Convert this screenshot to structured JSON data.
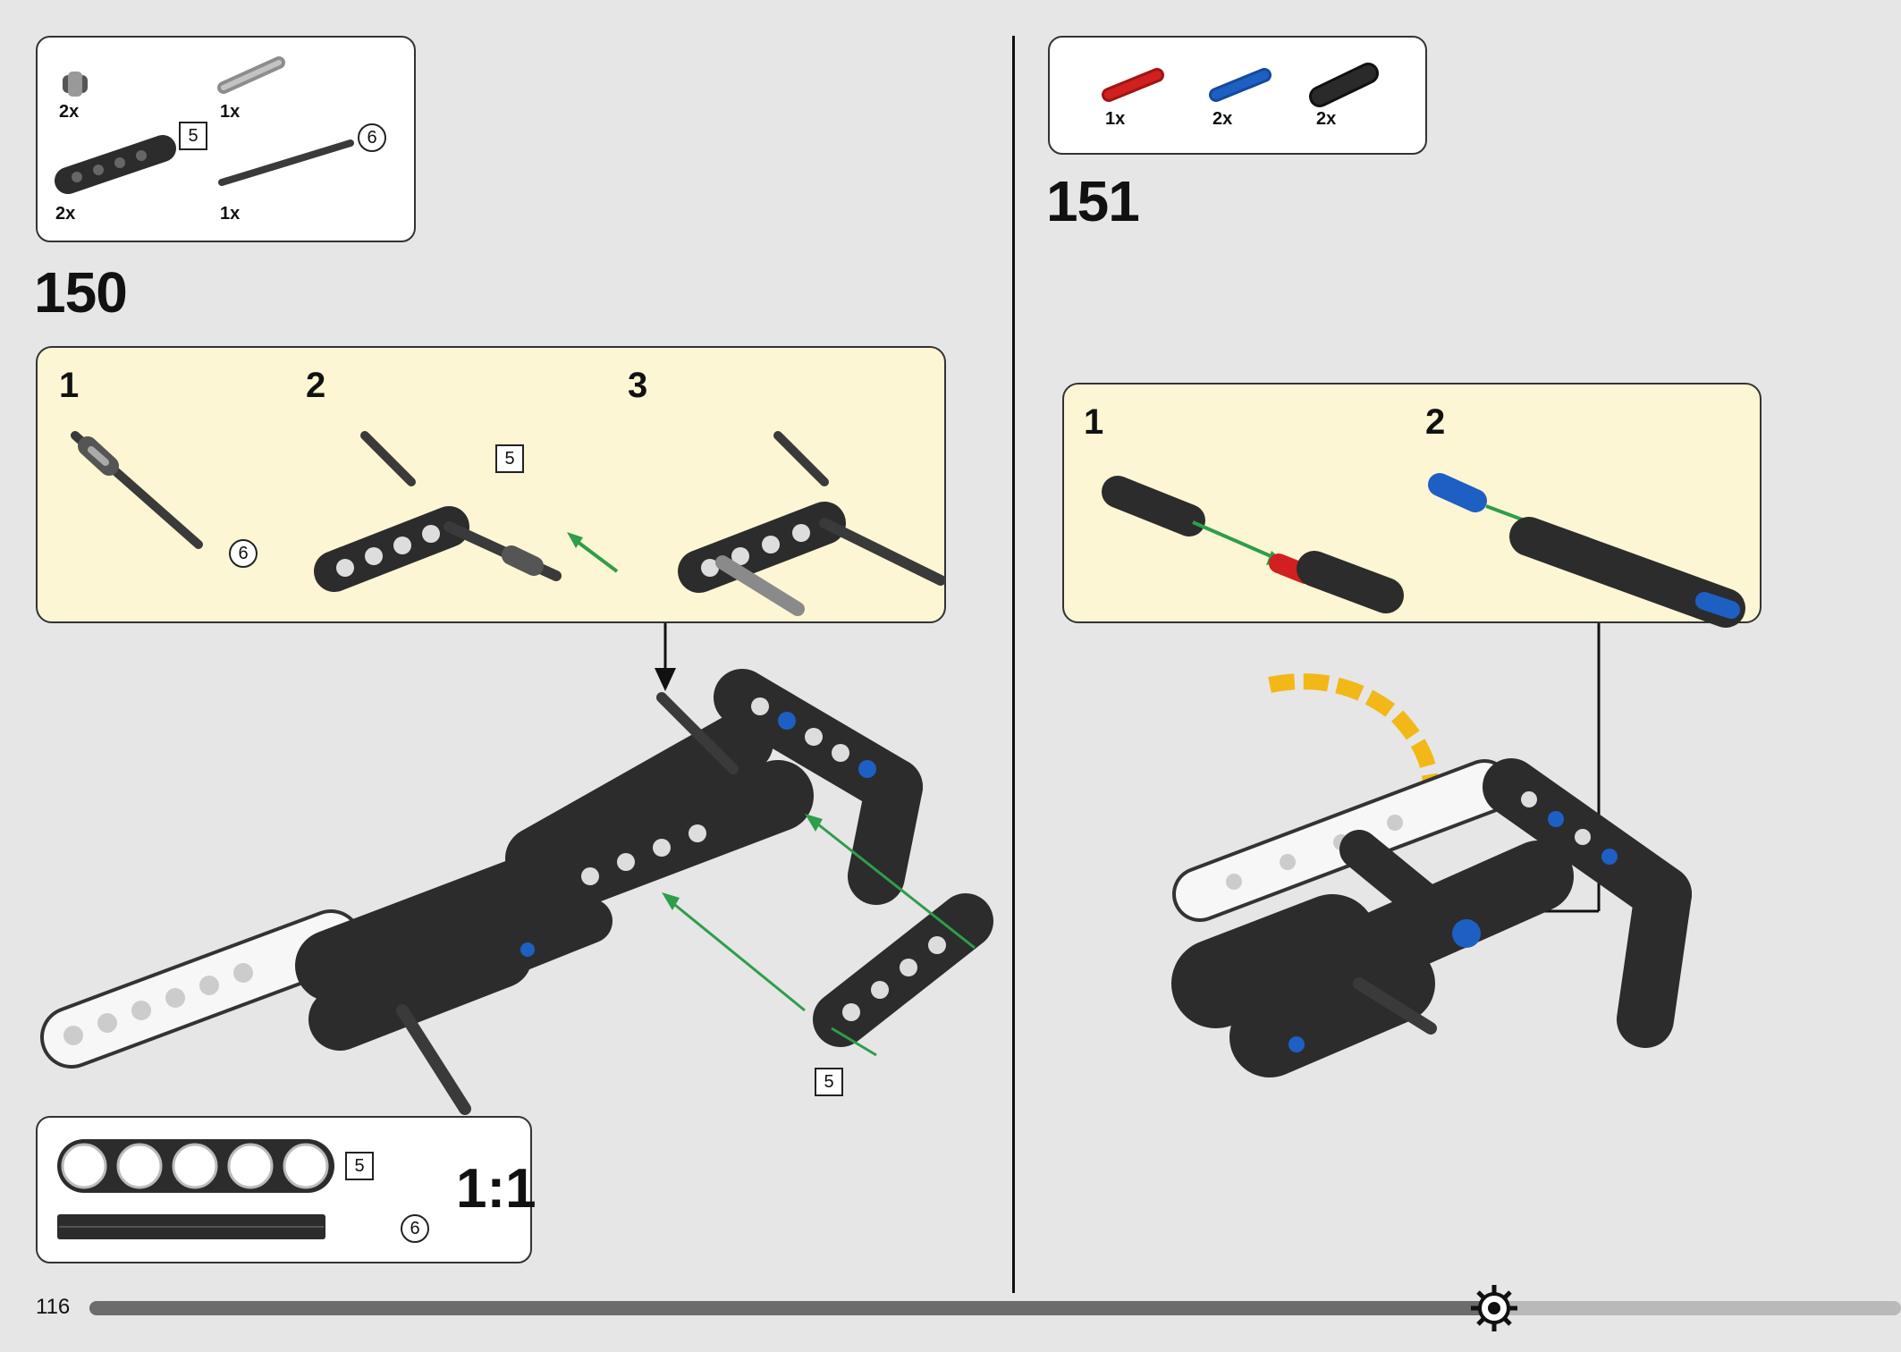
{
  "page_number": "116",
  "left": {
    "step_number": "150",
    "parts": [
      {
        "qty": "2x",
        "label": ""
      },
      {
        "qty": "1x",
        "label": ""
      },
      {
        "qty": "2x",
        "label": "5"
      },
      {
        "qty": "1x",
        "label": "6"
      }
    ],
    "substeps": [
      {
        "num": "1",
        "label": "6"
      },
      {
        "num": "2",
        "label": "5"
      },
      {
        "num": "3",
        "label": ""
      }
    ],
    "main_label": "5",
    "scale": {
      "ratio": "1:1",
      "beam_label": "5",
      "axle_label": "6"
    }
  },
  "right": {
    "step_number": "151",
    "parts": [
      {
        "qty": "1x",
        "color": "#d21f1f"
      },
      {
        "qty": "2x",
        "color": "#1e5fc4"
      },
      {
        "qty": "2x",
        "color": "#2a2a2a"
      }
    ],
    "substeps": [
      {
        "num": "1"
      },
      {
        "num": "2"
      }
    ]
  },
  "colors": {
    "page_bg": "#e6e6e6",
    "callout_bg": "#fcf6d4",
    "beam_dark": "#2c2c2c",
    "arrow_green": "#2e9e4a",
    "arrow_yellow": "#f2b817"
  }
}
